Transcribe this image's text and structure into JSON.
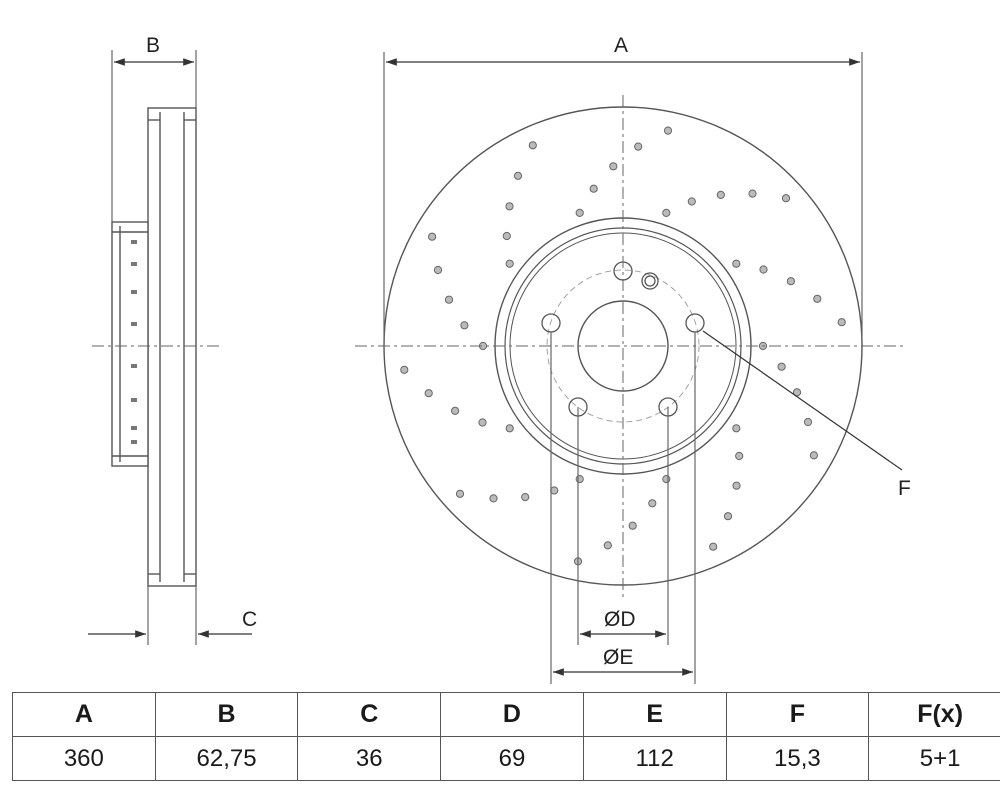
{
  "drawing": {
    "labels": {
      "a": "A",
      "b": "B",
      "c": "C",
      "d": "ØD",
      "e": "ØE",
      "f": "F"
    }
  },
  "spec_table": {
    "headers": [
      "A",
      "B",
      "C",
      "D",
      "E",
      "F",
      "F(x)"
    ],
    "values": [
      "360",
      "62,75",
      "36",
      "69",
      "112",
      "15,3",
      "5+1"
    ]
  }
}
